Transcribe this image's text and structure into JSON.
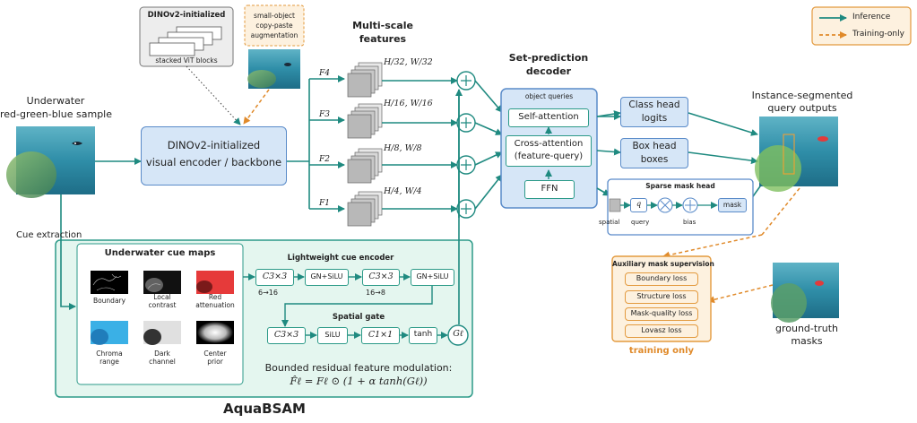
{
  "dino_box": {
    "title": "DINOv2-initialized",
    "caption": "stacked ViT blocks"
  },
  "aug_box": {
    "text": "small-object copy-paste augmentation"
  },
  "input": {
    "label_line1": "Underwater",
    "label_line2": "red-green-blue sample"
  },
  "encoder": {
    "line1": "DINOv2-initialized",
    "line2": "visual encoder / backbone"
  },
  "multiscale": {
    "title_line1": "Multi-scale",
    "title_line2": "features",
    "levels": [
      {
        "f_label": "F4",
        "size": "H/32, W/32"
      },
      {
        "f_label": "F3",
        "size": "H/16, W/16"
      },
      {
        "f_label": "F2",
        "size": "H/8, W/8"
      },
      {
        "f_label": "F1",
        "size": "H/4, W/4"
      }
    ]
  },
  "decoder": {
    "title_line1": "Set-prediction",
    "title_line2": "decoder",
    "queries_label": "object queries",
    "self_attention": "Self-attention",
    "cross_line1": "Cross-attention",
    "cross_line2": "(feature-query)",
    "ffn": "FFN"
  },
  "heads": {
    "class_line1": "Class head",
    "class_line2": "logits",
    "box_line1": "Box head",
    "box_line2": "boxes"
  },
  "mask_head": {
    "title": "Sparse mask head",
    "spatial": "spatial",
    "q": "q",
    "query": "query",
    "bias": "bias",
    "mask": "mask"
  },
  "output": {
    "label_line1": "Instance-segmented",
    "label_line2": "query outputs"
  },
  "legend": {
    "inference": "Inference",
    "training": "Training-only"
  },
  "cue_extraction": "Cue extraction",
  "cue_maps": {
    "title": "Underwater cue maps",
    "items": [
      {
        "label_line1": "Boundary",
        "label_line2": ""
      },
      {
        "label_line1": "Local",
        "label_line2": "contrast"
      },
      {
        "label_line1": "Red",
        "label_line2": "attenuation"
      },
      {
        "label_line1": "Chroma",
        "label_line2": "range"
      },
      {
        "label_line1": "Dark",
        "label_line2": "channel"
      },
      {
        "label_line1": "Center",
        "label_line2": "prior"
      }
    ]
  },
  "cue_encoder": {
    "title": "Lightweight cue encoder",
    "conv": "C3×3",
    "gn": "GN+SiLU",
    "ch1": "6→16",
    "ch2": "16→8"
  },
  "spatial_gate": {
    "title": "Spatial gate",
    "conv3": "C3×3",
    "silu": "SiLU",
    "conv1": "C1×1",
    "tanh": "tanh",
    "g": "Gℓ"
  },
  "modulation": {
    "title": "Bounded residual feature modulation:",
    "formula": "F̂ℓ = Fℓ ⊙ (1 + α tanh(Gℓ))"
  },
  "aquabsam": "AquaBSAM",
  "aux": {
    "title": "Auxiliary mask supervision",
    "losses": [
      "Boundary loss",
      "Structure loss",
      "Mask-quality loss",
      "Lovasz loss"
    ],
    "training_only": "training only"
  },
  "gt": {
    "label_line1": "ground-truth",
    "label_line2": "masks"
  },
  "colors": {
    "teal": "#1f8a80",
    "orange": "#e08a2a",
    "blue_fill": "#d6e6f7",
    "green_fill": "#e4f6ef"
  }
}
